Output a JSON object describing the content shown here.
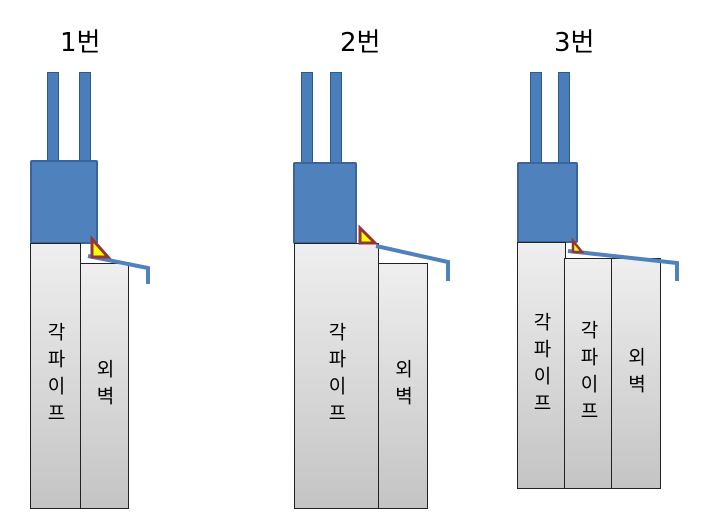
{
  "diagrams": [
    {
      "title": "1번",
      "pipe_label": "각파이프",
      "wall_label": "외벽"
    },
    {
      "title": "2번",
      "pipe_label": "각파이프",
      "wall_label": "외벽"
    },
    {
      "title": "3번",
      "pipe_label": "각파이프",
      "pipe2_label": "각파이프",
      "wall_label": "외벽"
    }
  ],
  "colors": {
    "tool": "#4f81bd",
    "marker_fill": "#ffff00",
    "marker_stroke": "#943634"
  }
}
